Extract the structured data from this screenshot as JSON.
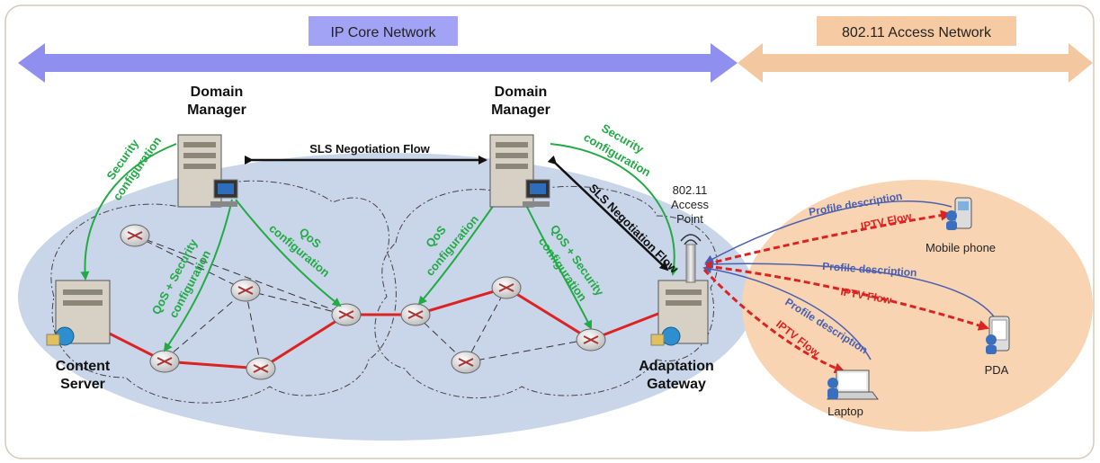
{
  "banners": {
    "core": "IP Core Network",
    "access": "802.11 Access Network"
  },
  "nodes": {
    "domain_manager_left": [
      "Domain",
      "Manager"
    ],
    "domain_manager_right": [
      "Domain",
      "Manager"
    ],
    "content_server": [
      "Content",
      "Server"
    ],
    "adaptation_gateway": [
      "Adaptation",
      "Gateway"
    ],
    "access_point": [
      "802.11",
      "Access",
      "Point"
    ],
    "mobile_phone": "Mobile phone",
    "pda": "PDA",
    "laptop": "Laptop"
  },
  "flows": {
    "sls_negotiation_horizontal": "SLS Negotiation Flow",
    "sls_negotiation_diagonal": "SLS Negotiation Flow",
    "security_config_left": [
      "Security",
      "configuration"
    ],
    "security_config_right": [
      "Security",
      "configuration"
    ],
    "qos_security_left": [
      "QoS + Security",
      "configuration"
    ],
    "qos_config_left": [
      "QoS",
      "configuration"
    ],
    "qos_config_right": [
      "QoS",
      "configuration"
    ],
    "qos_security_right": [
      "QoS + Security",
      "configuration"
    ],
    "profile_mobile": "Profile description",
    "iptv_mobile": "IPTV Flow",
    "profile_pda": "Profile description",
    "iptv_pda": "IPTV Flow",
    "profile_laptop": "Profile description",
    "iptv_laptop": "IPTV Flow"
  },
  "colors": {
    "core_arrow": "#8f8ff0",
    "core_banner": "#a3a3f5",
    "access_arrow": "#f3c79f",
    "access_banner": "#f6caa3",
    "core_cloud": "#c9d5e8",
    "access_ellipse": "#f8d4b2",
    "green_flow": "#22aa44",
    "red_link": "#dd2222",
    "blue_flow": "#4a5fb0",
    "black_flow": "#111111"
  }
}
